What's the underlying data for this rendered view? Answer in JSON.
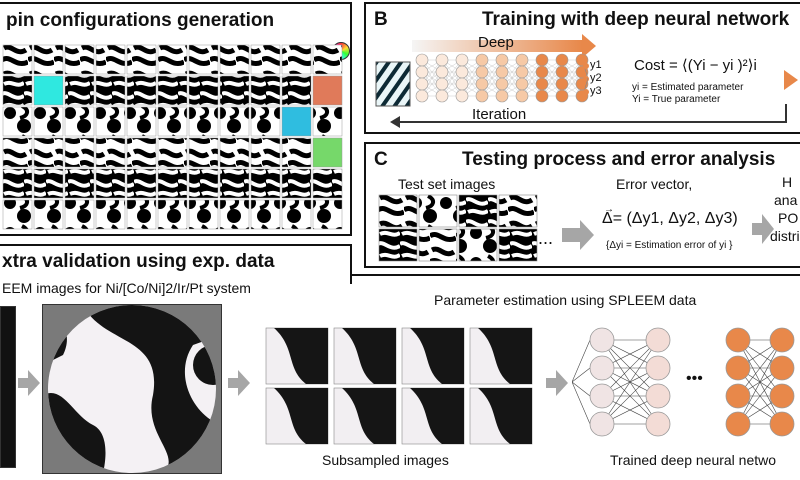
{
  "panel_a": {
    "title": "pin configurations generation"
  },
  "panel_b": {
    "letter": "B",
    "title": "Training with deep neural network",
    "deep_label": "Deep",
    "iteration_label": "Iteration",
    "outputs": [
      "y1",
      "y2",
      "y3"
    ],
    "cost_formula": "Cost = ⟨(Yi − yi )²⟩i",
    "legend_estimated": "yi = Estimated parameter",
    "legend_true": "Yi = True parameter"
  },
  "panel_c": {
    "letter": "C",
    "title": "Testing process and error analysis",
    "test_set_label": "Test set images",
    "ellipsis": "...",
    "error_vector_label": "Error vector,",
    "error_vector_formula": "Δ= (Δy1, Δy2, Δy3)",
    "error_legend": "{Δyi = Estimation error of yi }",
    "cut_text": [
      "H",
      "ana",
      "PO",
      "distrib"
    ]
  },
  "panel_d": {
    "title": "xtra validation using exp. data",
    "spleem_label": "EEM images for Ni/[Co/Ni]2/Ir/Pt system",
    "param_est_label": "Parameter estimation using SPLEEM data",
    "subsampled_label": "Subsampled images",
    "ellipsis": "•••",
    "trained_label": "Trained deep neural netwo"
  },
  "colors": {
    "orange": "#e8884a",
    "light_orange": "#f6c9a6",
    "gray_arrow": "#a6a6a6",
    "dark_arrow": "#2b2b2b"
  }
}
